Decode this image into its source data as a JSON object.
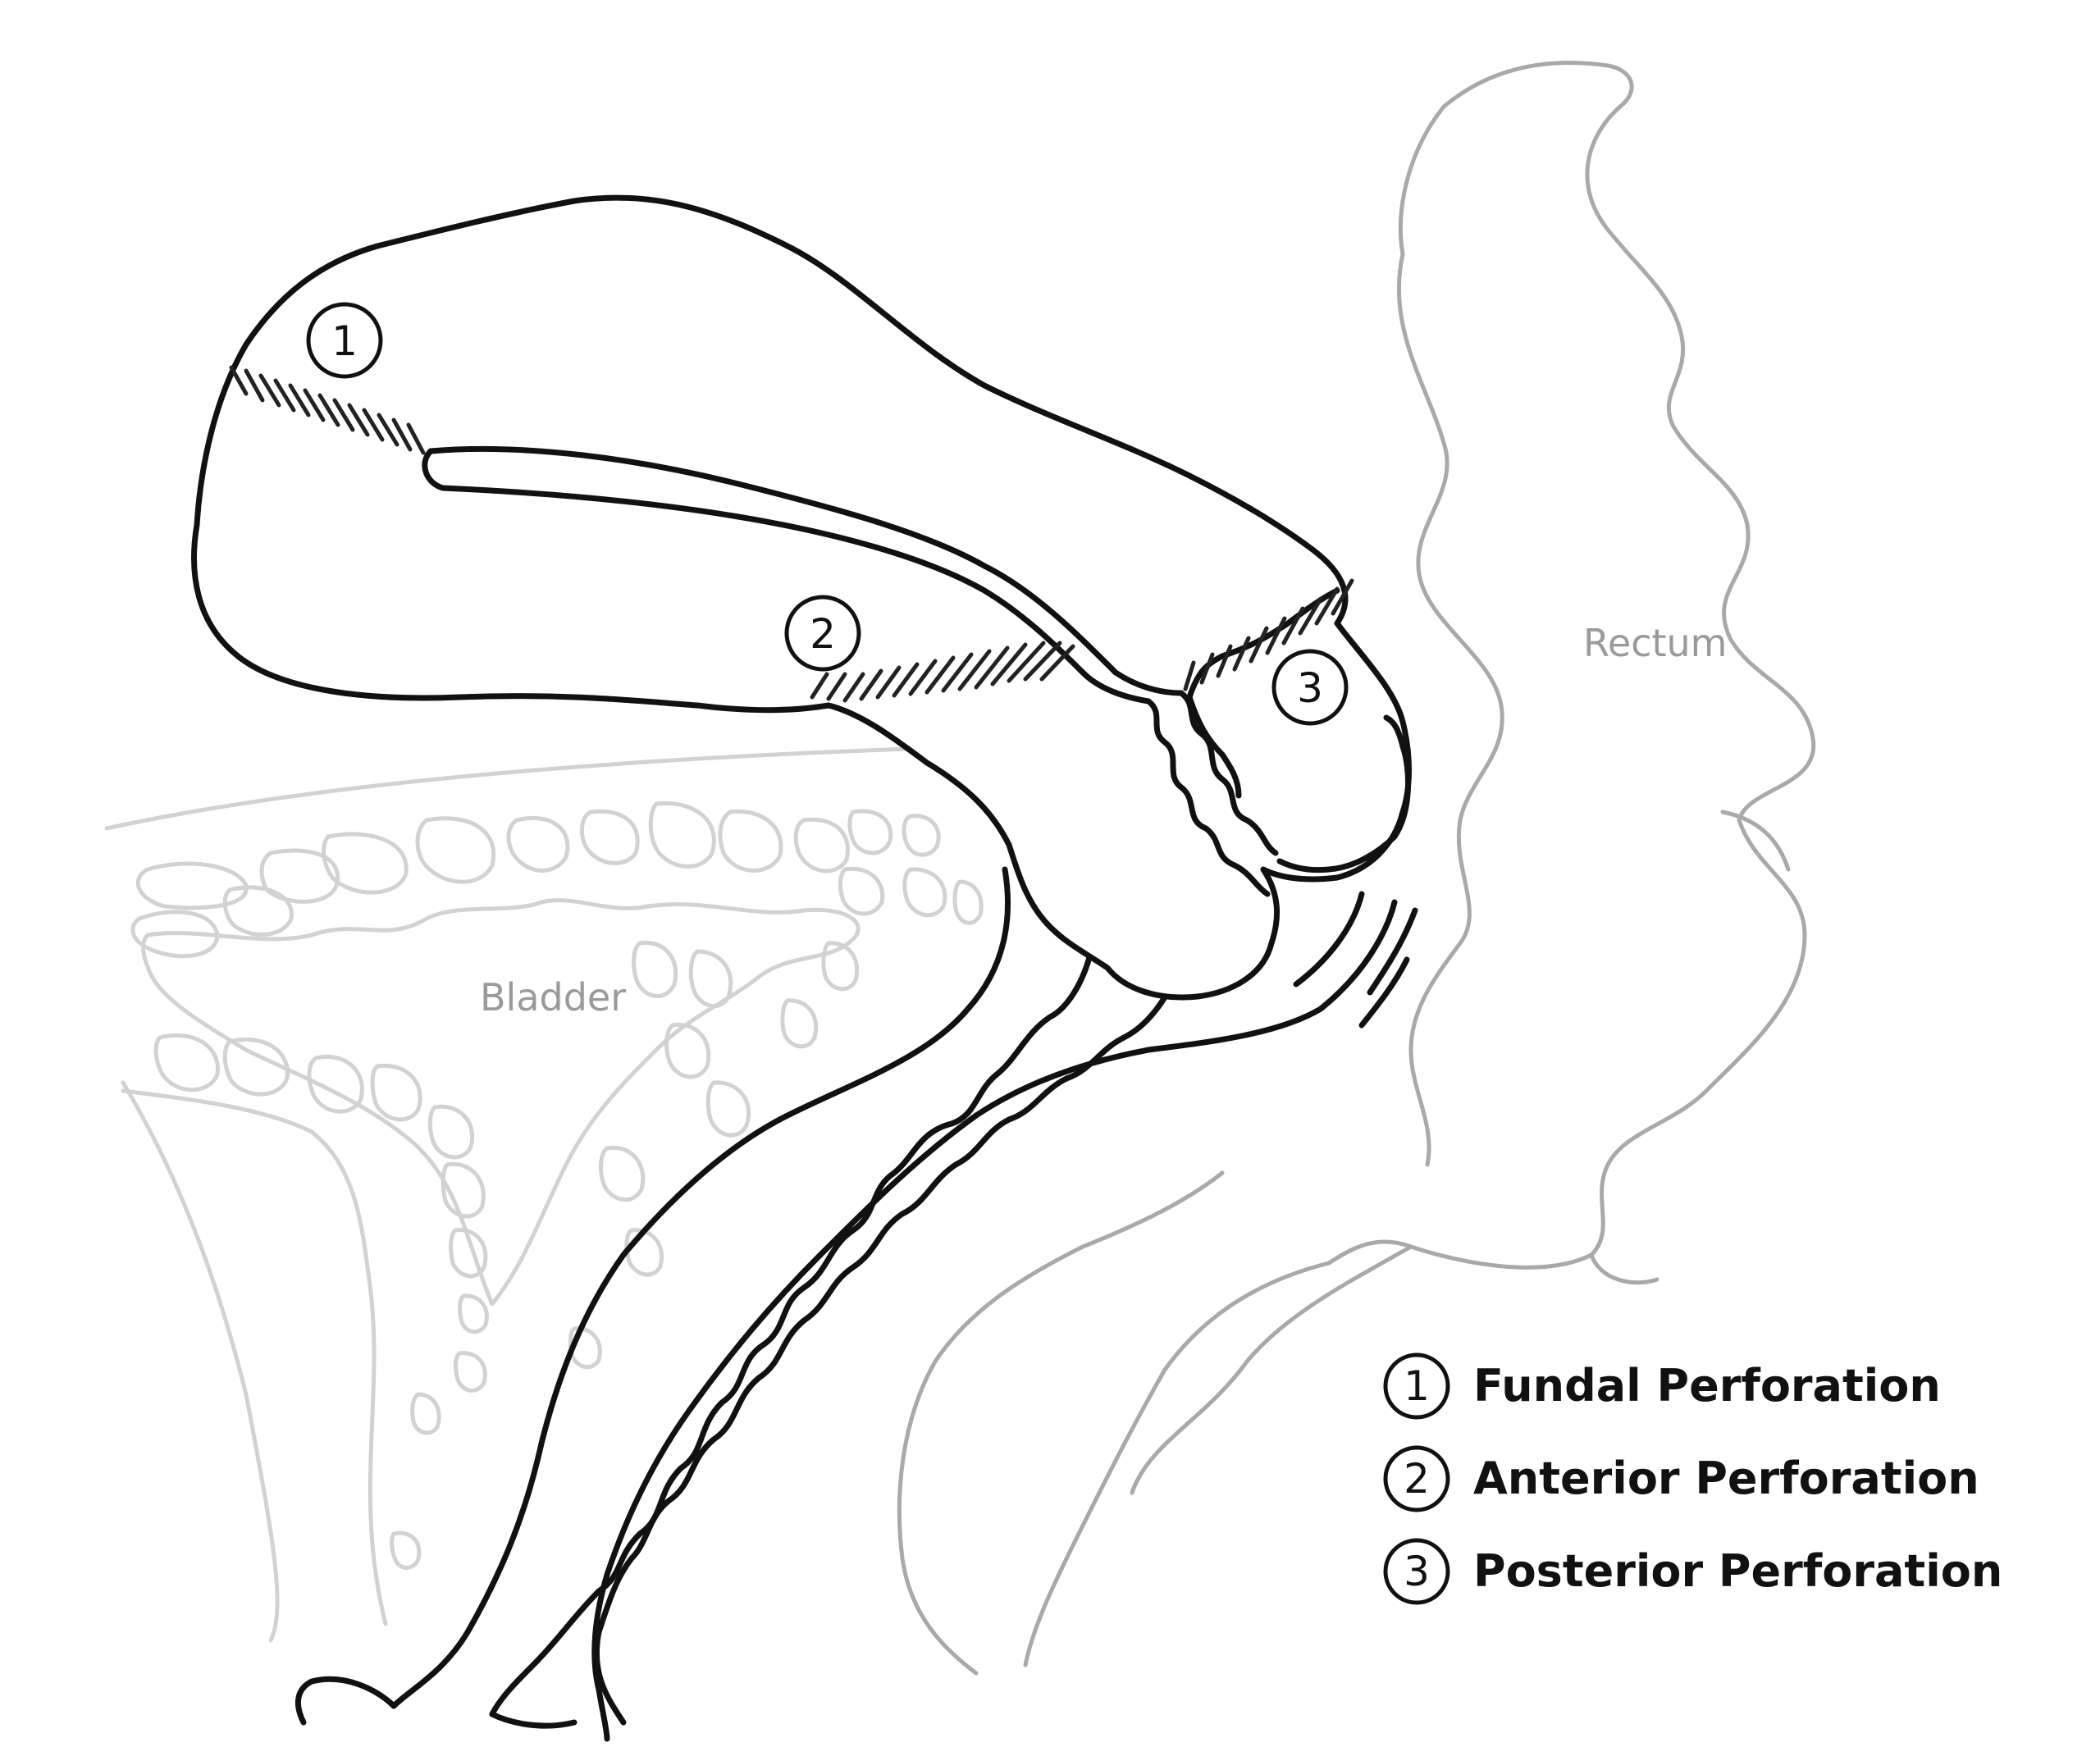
{
  "labels": {
    "rectum": "Rectum",
    "bladder": "Bladder"
  },
  "markers": {
    "fundal": "1",
    "anterior": "2",
    "posterior": "3"
  },
  "legend": [
    {
      "num": "1",
      "text": "Fundal Perforation"
    },
    {
      "num": "2",
      "text": "Anterior Perforation"
    },
    {
      "num": "3",
      "text": "Posterior Perforation"
    }
  ]
}
